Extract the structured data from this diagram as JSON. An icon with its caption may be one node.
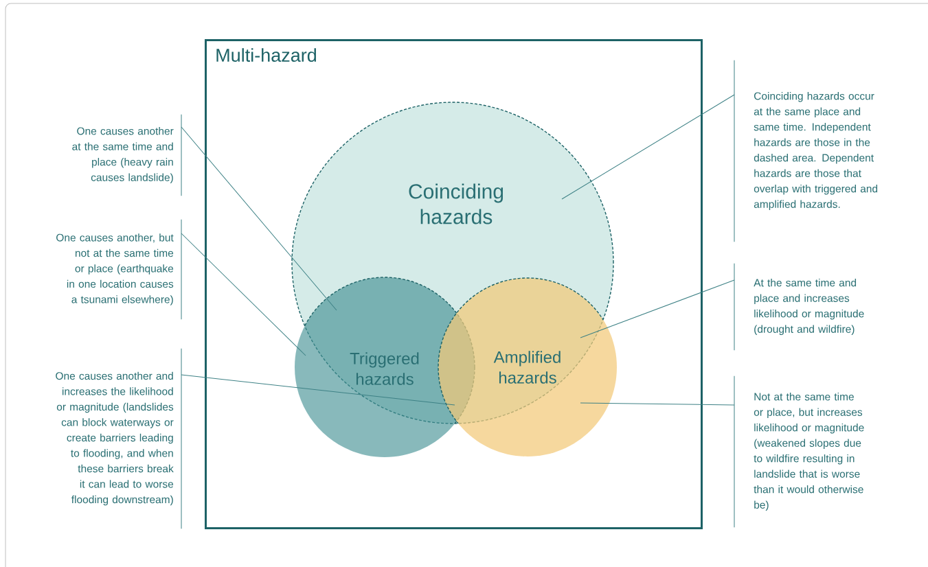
{
  "diagram": {
    "nodes": [
      {
        "text": [
          "Multi-hazard"
        ]
      },
      {
        "text": [
          "Coinciding hazards"
        ],
        "in": 0
      },
      {
        "text": [
          "Triggered hazards"
        ],
        "in": 0
      },
      {
        "text": [
          "Amplified hazards"
        ],
        "in": 0
      },
      {
        "text": [
          "One causes another at the same time and place (heavy rain causes landslide)"
        ]
      },
      {
        "text": [
          "One causes another, but not at the same time or place (earthquake in one location causes a tsunami elsewhere)"
        ]
      },
      {
        "text": [
          "One causes another and increases the likelihood or magnitude (landslides can block waterways or create barriers leading to flooding, and when these barriers break it can lead to worse flooding downstream)"
        ]
      },
      {
        "text": [
          "Coinciding hazards occur at the same place and same time. Independent hazards are those in the dashed area. Dependent hazards are those that overlap with triggered and amplified hazards."
        ]
      },
      {
        "text": [
          "At the same time and place and increases likelihood or magnitude (drought and wildfire)"
        ]
      },
      {
        "text": [
          "Not at the same time or place, but increases likelihood or magnitude (weakened slopes due to wildfire resulting in landslide that is worse than it would otherwise be)"
        ]
      }
    ],
    "edges": [
      {
        "from": 4,
        "to": 2,
        "arrow": "none"
      },
      {
        "from": 5,
        "to": 2,
        "arrow": "none"
      },
      {
        "from": 6,
        "to": 3,
        "arrow": "none"
      },
      {
        "from": 7,
        "to": 1,
        "arrow": "none"
      },
      {
        "from": 8,
        "to": 3,
        "arrow": "none"
      },
      {
        "from": 9,
        "to": 3,
        "arrow": "none"
      }
    ]
  }
}
